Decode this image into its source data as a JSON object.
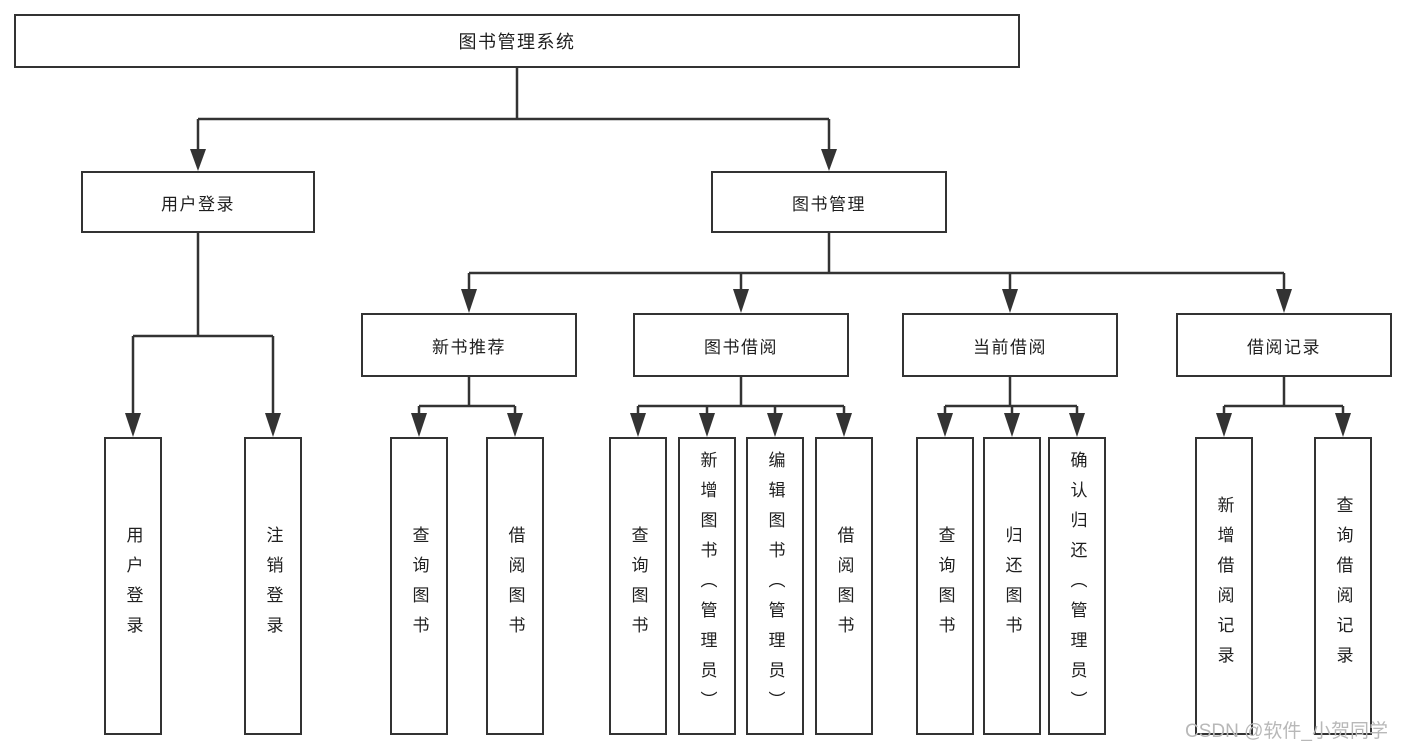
{
  "tree": {
    "root": {
      "label": "图书管理系统"
    },
    "branches": [
      {
        "label": "用户登录",
        "children": [
          {
            "label": "用户登录"
          },
          {
            "label": "注销登录"
          }
        ]
      },
      {
        "label": "图书管理",
        "children": [
          {
            "label": "新书推荐",
            "children": [
              {
                "label": "查询图书"
              },
              {
                "label": "借阅图书"
              }
            ]
          },
          {
            "label": "图书借阅",
            "children": [
              {
                "label": "查询图书"
              },
              {
                "label": "新增图书（管理员）"
              },
              {
                "label": "编辑图书（管理员）"
              },
              {
                "label": "借阅图书"
              }
            ]
          },
          {
            "label": "当前借阅",
            "children": [
              {
                "label": "查询图书"
              },
              {
                "label": "归还图书"
              },
              {
                "label": "确认归还（管理员）"
              }
            ]
          },
          {
            "label": "借阅记录",
            "children": [
              {
                "label": "新增借阅记录"
              },
              {
                "label": "查询借阅记录"
              }
            ]
          }
        ]
      }
    ]
  },
  "watermark": "CSDN @软件_小贺同学",
  "colors": {
    "line": "#333333",
    "text": "#1f1f1f",
    "background": "#ffffff",
    "watermark": "#b8b8b8"
  }
}
